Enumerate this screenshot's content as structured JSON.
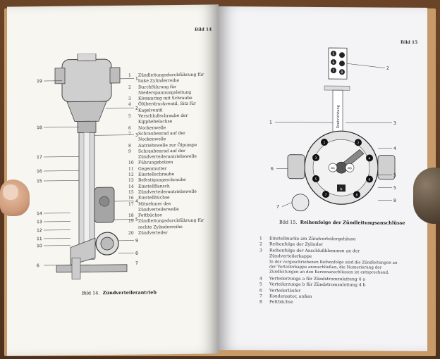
{
  "left_page": {
    "page_label": "Bild 14",
    "caption_number": "Bild 14.",
    "caption_title": "Zündverteilerantrieb",
    "legend": [
      {
        "n": "1",
        "text": "Zündleitungsdurchführung für linke Zylinderreihe"
      },
      {
        "n": "2",
        "text": "Durchführung für Niederspannungsleitung"
      },
      {
        "n": "3",
        "text": "Klemmring mit Schraube"
      },
      {
        "n": "4",
        "text": "Ölüberdruckventil, Sitz für Kugelventil"
      },
      {
        "n": "5",
        "text": "Verschlußschraube der Kipphebelachse"
      },
      {
        "n": "6",
        "text": "Nockenwelle"
      },
      {
        "n": "7",
        "text": "Schraubenrad auf der Nockenwelle"
      },
      {
        "n": "8",
        "text": "Antriebswelle zur Ölpumpe"
      },
      {
        "n": "9",
        "text": "Schraubenrad auf der Zündverteilerantriebswelle"
      },
      {
        "n": "10",
        "text": "Führungsbolzen"
      },
      {
        "n": "11",
        "text": "Gegenmutter"
      },
      {
        "n": "12",
        "text": "Einstellschraube"
      },
      {
        "n": "13",
        "text": "Befestigungsschraube"
      },
      {
        "n": "14",
        "text": "Einstellflansch"
      },
      {
        "n": "15",
        "text": "Zündverteilerantriebswelle"
      },
      {
        "n": "16",
        "text": "Einstellbüchse"
      },
      {
        "n": "17",
        "text": "Mitnehmer des Zündverteilerwelle"
      },
      {
        "n": "18",
        "text": "Fettbüchse"
      },
      {
        "n": "19",
        "text": "Zündleitungsdurchführung für rechte Zylinderreihe"
      },
      {
        "n": "20",
        "text": "Zündverteiler"
      }
    ],
    "figure_callouts": [
      "19",
      "1",
      "2",
      "3",
      "18",
      "17",
      "16",
      "15",
      "4",
      "5",
      "14",
      "13",
      "12",
      "11",
      "10",
      "9",
      "8",
      "6",
      "7"
    ]
  },
  "right_page": {
    "page_label": "Bild 15",
    "caption_number": "Bild 15.",
    "caption_title": "Reihenfolge der Zündleitungsanschlüsse",
    "legend": [
      {
        "n": "1",
        "text": "Einstellmarke am Zündverteilergehäuse"
      },
      {
        "n": "2",
        "text": "Reihenfolge der Zylinder"
      },
      {
        "n": "3",
        "text": "Reihenfolge der Anschlußklemmen an der Zündverteilerkappe"
      }
    ],
    "note": "In der vorgeschriebenen Reihenfolge sind die Zündleitungen an der Verteilerkappe anzuschließen, die Numerierung der Zündleitungen an den Kerzenanschlüssen ist entsprechend.",
    "legend2": [
      {
        "n": "4",
        "text": "Verteilerzunge a für Zündstromzuleitung 4 a"
      },
      {
        "n": "5",
        "text": "Verteilerzunge b für Zündstromzuleitung 4 b"
      },
      {
        "n": "6",
        "text": "Verteilerläufer"
      },
      {
        "n": "7",
        "text": "Kondensator, außen"
      },
      {
        "n": "8",
        "text": "Fettbüchse"
      }
    ],
    "cylinder_order": [
      "5",
      "6",
      "7",
      "8"
    ],
    "rotation_label": "Drehrichtung",
    "terminal_numbers": [
      "1",
      "2",
      "3",
      "4",
      "5",
      "6",
      "7",
      "8",
      "4a",
      "4b",
      "b"
    ],
    "figure_callouts": [
      "1",
      "2",
      "3",
      "4",
      "5",
      "5",
      "6",
      "7",
      "8"
    ]
  }
}
